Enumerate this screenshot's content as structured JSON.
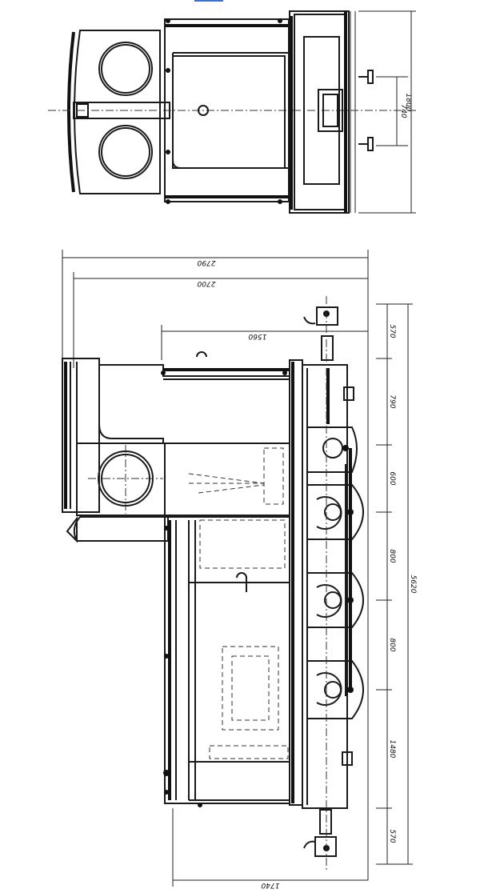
{
  "drawing": {
    "top_view": {
      "dimensions": {
        "coupler_spacing": "740",
        "overall_width": "1800"
      }
    },
    "side_view": {
      "dimensions": {
        "overall_height": "2790",
        "cab_height": "2700",
        "upper_height": "1560",
        "overall_length": "5620",
        "seg_1": "570",
        "seg_2": "790",
        "seg_3": "600",
        "seg_4": "800",
        "seg_5": "800",
        "seg_6": "1480",
        "seg_7": "570",
        "bottom_width": "1740"
      }
    }
  }
}
